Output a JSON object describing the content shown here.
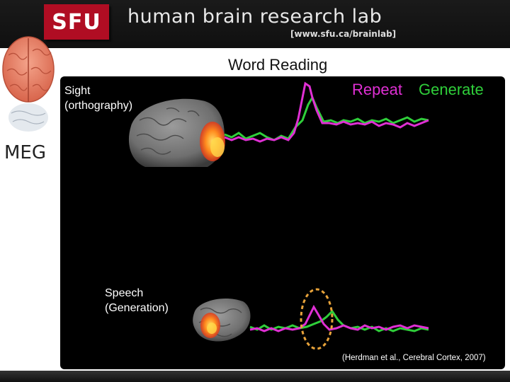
{
  "header": {
    "logo_text": "SFU",
    "lab_title": "human brain research lab",
    "lab_url": "[www.sfu.ca/brainlab]"
  },
  "slide": {
    "title": "Word Reading",
    "meg_label": "MEG",
    "sight_label": "Sight\n(orthography)",
    "speech_label": "Speech\n(Generation)",
    "legend": {
      "repeat": "Repeat",
      "generate": "Generate"
    },
    "citation": "(Herdman et al., Cerebral Cortex, 2007)"
  },
  "colors": {
    "repeat": "#e02fd4",
    "generate": "#2fcf3a",
    "highlight_circle": "#e8a33a",
    "activation": "#ff7a1a"
  },
  "icons": [
    "brain-illustration-icon",
    "brain-scan-sight-icon",
    "brain-scan-speech-icon"
  ]
}
